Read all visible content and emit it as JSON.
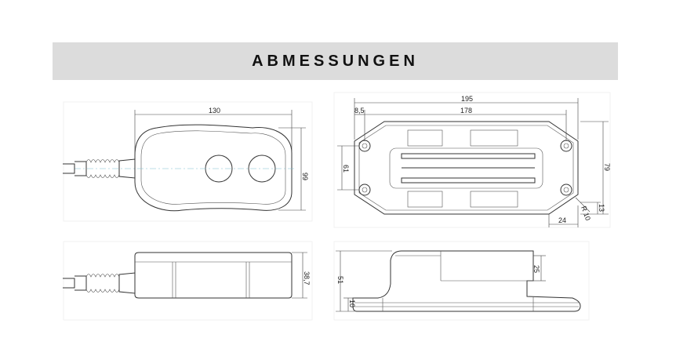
{
  "header": {
    "title": "ABMESSUNGEN"
  },
  "top_view": {
    "dim_width": "130",
    "dim_height": "99"
  },
  "side_view": {
    "dim_height": "38,7"
  },
  "bottom_view": {
    "dim_total": "195",
    "dim_offset": "8,5",
    "dim_holes": "178",
    "dim_inner_height": "61",
    "dim_outer_height": "79",
    "dim_hole_offset": "24",
    "dim_radius": "R 10",
    "dim_edge": "13"
  },
  "profile_view": {
    "dim_step": "25",
    "dim_total_height": "51",
    "dim_base": "10"
  }
}
